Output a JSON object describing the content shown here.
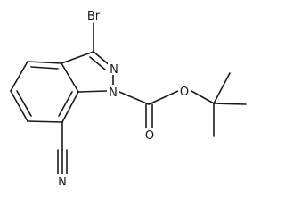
{
  "molecule": {
    "atoms": {
      "bromine": "Br",
      "ring_nitrogen_2": "N",
      "ring_nitrogen_1": "N",
      "carbonyl_oxygen": "O",
      "ester_oxygen": "O",
      "nitrile_nitrogen": "N"
    }
  }
}
